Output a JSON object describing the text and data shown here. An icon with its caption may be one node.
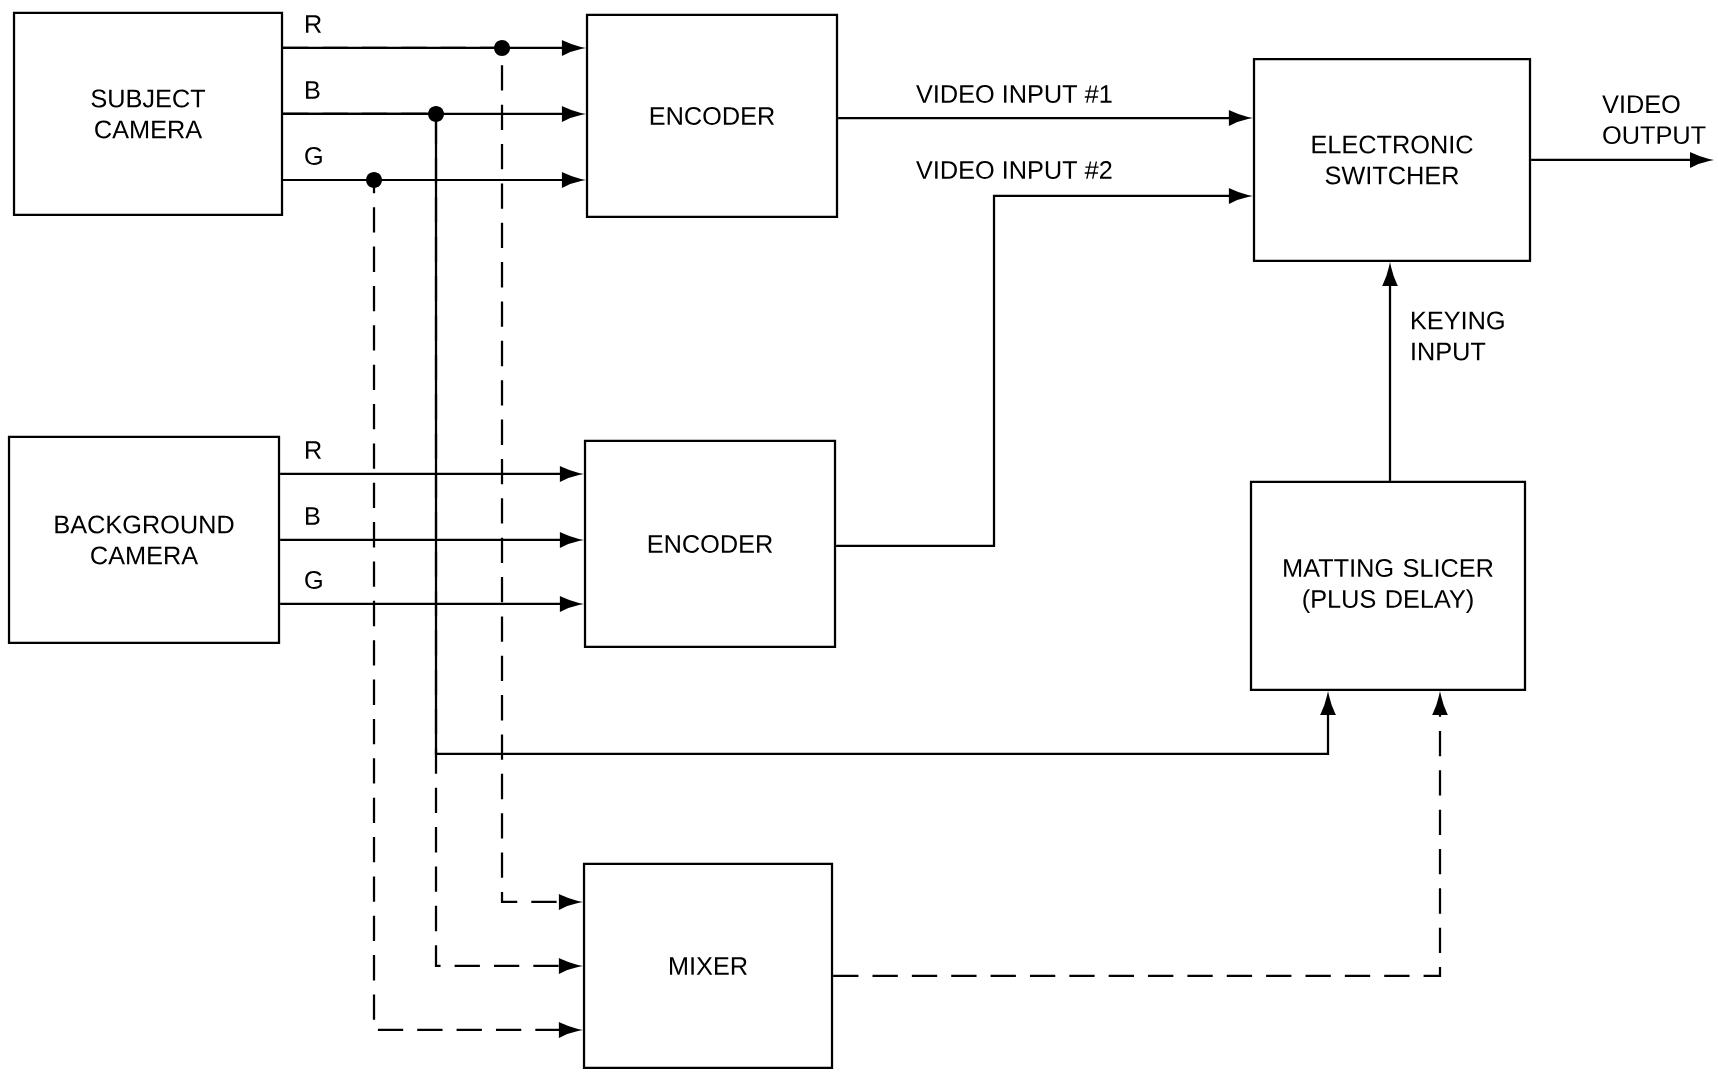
{
  "diagram": {
    "nodes": [
      {
        "text": [
          "SUBJECT CAMERA"
        ]
      },
      {
        "text": [
          "ENCODER"
        ]
      },
      {
        "text": [
          "ELECTRONIC SWITCHER"
        ]
      },
      {
        "text": [
          "BACKGROUND CAMERA"
        ]
      },
      {
        "text": [
          "ENCODER"
        ]
      },
      {
        "text": [
          "MATTING SLICER (PLUS DELAY)"
        ]
      },
      {
        "text": [
          "MIXER"
        ]
      }
    ],
    "edges": [
      {
        "from": 0,
        "to": 1,
        "arrow": "to",
        "label": "R"
      },
      {
        "from": 0,
        "to": 1,
        "arrow": "to",
        "label": "B"
      },
      {
        "from": 0,
        "to": 1,
        "arrow": "to",
        "label": "G"
      },
      {
        "from": 3,
        "to": 4,
        "arrow": "to",
        "label": "R"
      },
      {
        "from": 3,
        "to": 4,
        "arrow": "to",
        "label": "B"
      },
      {
        "from": 3,
        "to": 4,
        "arrow": "to",
        "label": "G"
      },
      {
        "from": 1,
        "to": 2,
        "arrow": "to",
        "label": "VIDEO INPUT #1"
      },
      {
        "from": 4,
        "to": 2,
        "arrow": "to",
        "label": "VIDEO INPUT #2"
      },
      {
        "from": 2,
        "to": null,
        "arrow": "to",
        "label": "VIDEO OUTPUT"
      },
      {
        "from": 5,
        "to": 2,
        "arrow": "to",
        "label": "KEYING INPUT"
      },
      {
        "from": 0,
        "to": 5,
        "arrow": "to"
      },
      {
        "from": 0,
        "to": 6,
        "arrow": "to",
        "style": "dashed"
      },
      {
        "from": 0,
        "to": 6,
        "arrow": "to",
        "style": "dashed"
      },
      {
        "from": 0,
        "to": 6,
        "arrow": "to",
        "style": "dashed"
      },
      {
        "from": 6,
        "to": 5,
        "arrow": "to",
        "style": "dashed"
      }
    ]
  }
}
